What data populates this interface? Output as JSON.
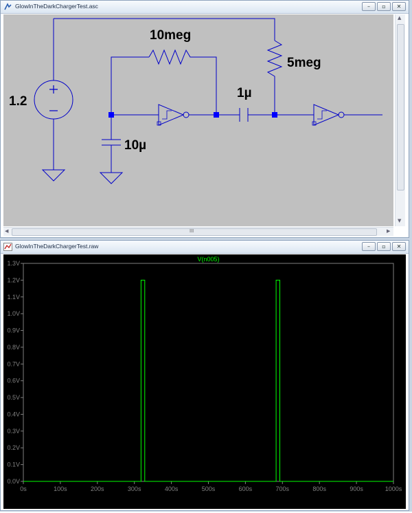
{
  "schematic_window": {
    "title": "GlowInTheDarkChargerTest.asc",
    "labels": {
      "source": "1.2",
      "r_feedback": "10meg",
      "r_pullup": "5meg",
      "c_coupling": "1µ",
      "c_timing": "10µ"
    },
    "scrollbar_grip": "III"
  },
  "waveform_window": {
    "title": "GlowInTheDarkChargerTest.raw",
    "trace_label": "V(n005)",
    "colors": {
      "trace": "#00ff00",
      "grid": "#808080",
      "background": "#000000"
    }
  },
  "window_buttons": {
    "minimize": "–",
    "restore": "▫",
    "close": "✕"
  },
  "chart_data": {
    "type": "line",
    "series": [
      {
        "name": "V(n005)",
        "x": [
          0,
          318,
          318,
          328,
          328,
          683,
          683,
          693,
          693,
          1000
        ],
        "values": [
          0,
          0,
          1.2,
          1.2,
          0,
          0,
          1.2,
          1.2,
          0,
          0
        ]
      }
    ],
    "yticks": [
      "0.0V",
      "0.1V",
      "0.2V",
      "0.3V",
      "0.4V",
      "0.5V",
      "0.6V",
      "0.7V",
      "0.8V",
      "0.9V",
      "1.0V",
      "1.1V",
      "1.2V",
      "1.3V"
    ],
    "xticks": [
      "0s",
      "100s",
      "200s",
      "300s",
      "400s",
      "500s",
      "600s",
      "700s",
      "800s",
      "900s",
      "1000s"
    ],
    "xlim": [
      0,
      1000
    ],
    "ylim": [
      0,
      1.3
    ]
  }
}
